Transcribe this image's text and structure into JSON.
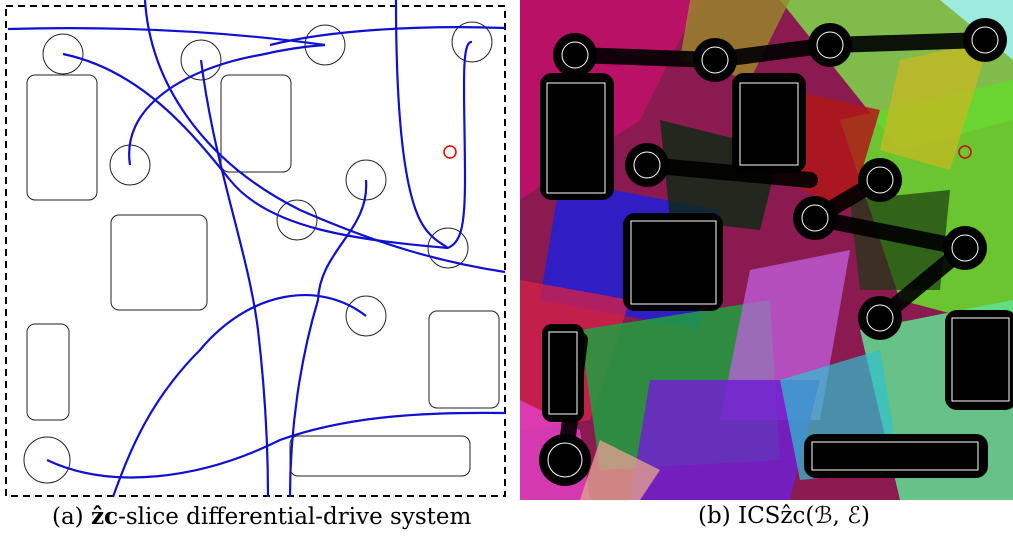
{
  "figure": {
    "panel_a": {
      "caption_tag": "(a)",
      "caption_symbol": "ẑc",
      "caption_text": "-slice differential-drive system",
      "goal_marker_color": "#dd0000",
      "trajectory_color": "#1010d0"
    },
    "panel_b": {
      "caption_tag": "(b)",
      "caption_text": "ICSẑc(ℬ, ℰ)"
    }
  }
}
